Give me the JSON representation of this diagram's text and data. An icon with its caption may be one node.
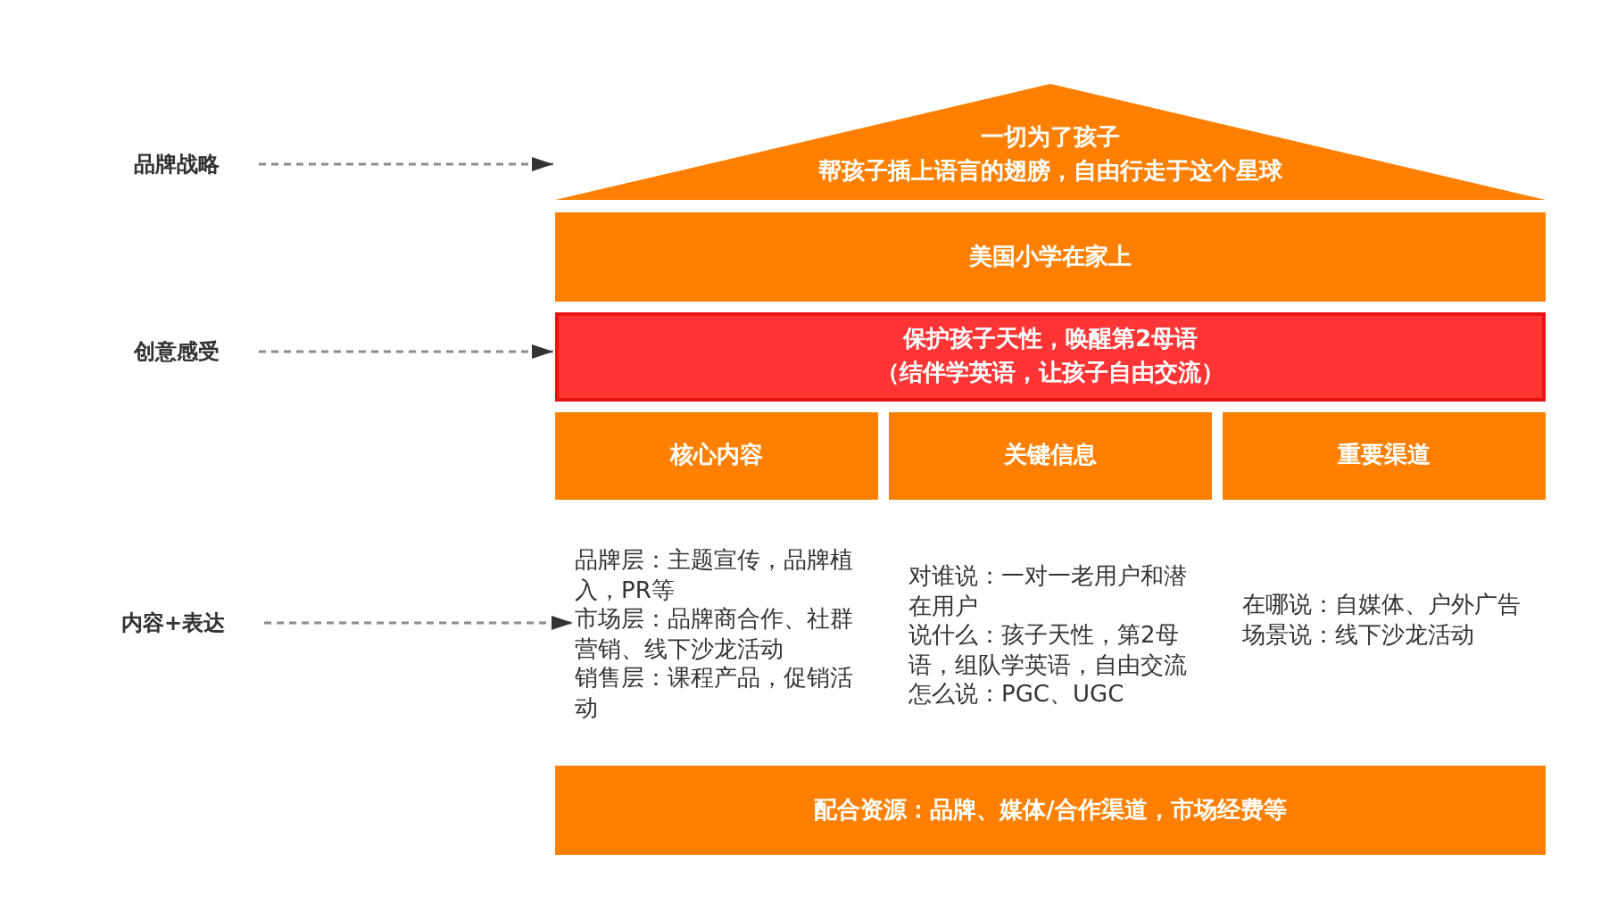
{
  "diagram": {
    "nodes": [
      {
        "text": [
          "品牌战略"
        ]
      },
      {
        "text": [
          "一切为了孩子",
          "帮孩子插上语言的翅膀，自由行走于这个星球"
        ]
      },
      {
        "text": [
          "美国小学在家上"
        ]
      },
      {
        "text": [
          "创意感受"
        ]
      },
      {
        "text": [
          "保护孩子天性，唤醒第2母语",
          "（结伴学英语，让孩子自由交流）"
        ]
      },
      {
        "text": [
          "核心内容"
        ]
      },
      {
        "text": [
          "关键信息"
        ]
      },
      {
        "text": [
          "重要渠道"
        ]
      },
      {
        "text": [
          "内容+表达"
        ]
      },
      {
        "text": [
          "品牌层：主题宣传，品牌植入，PR等",
          "市场层：品牌商合作、社群营销、线下沙龙活动",
          "销售层：课程产品，促销活动"
        ]
      },
      {
        "text": [
          "配合资源：品牌、媒体/合作渠道，市场经费等"
        ]
      }
    ],
    "edges": [
      {
        "from": 0,
        "to": 1,
        "arrow": "to",
        "style": "dashed"
      },
      {
        "from": 3,
        "to": 4,
        "arrow": "to",
        "style": "dashed"
      },
      {
        "from": 8,
        "to": 9,
        "arrow": "to",
        "style": "dashed"
      }
    ],
    "labels": [
      "对谁说：一对一老用户和潜在用户",
      "说什么：孩子天性，第2母语，组队学英语，自由交流",
      "怎么说：PGC、UGC",
      "在哪说：自媒体、户外广告",
      "场景说：线下沙龙活动"
    ]
  }
}
